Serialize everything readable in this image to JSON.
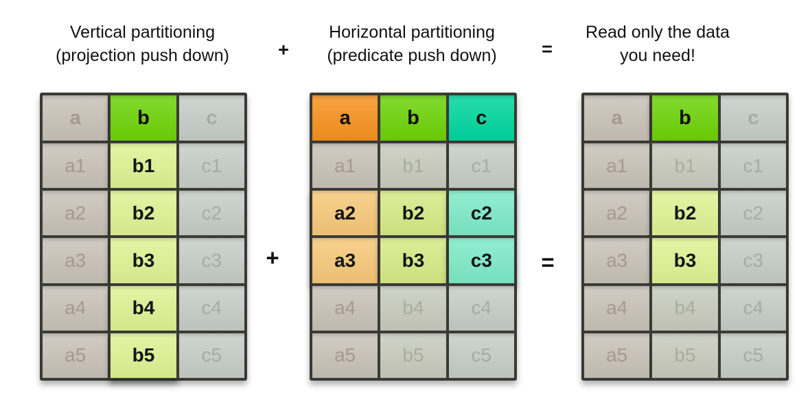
{
  "titles": {
    "vertical": {
      "line1": "Vertical partitioning",
      "line2": "(projection push down)"
    },
    "horizontal": {
      "line1": "Horizontal partitioning",
      "line2": "(predicate push down)"
    },
    "result": {
      "line1": "Read only the data",
      "line2": "you need!"
    }
  },
  "operators": {
    "plus": "+",
    "equals": "="
  },
  "colors": {
    "bright-green": "#6CD307",
    "light-green": "#DFF393",
    "light-green-mid": "#D8EA85",
    "orange": "#F7921E",
    "light-orange": "#F7C979",
    "teal": "#00D69E",
    "light-teal": "#7DEBC7",
    "dim-warm": "#C9C2B8",
    "dim-neutral": "#C8CBBD",
    "dim-cool": "#C6CDC7",
    "dim-text-warm": "#A49B8E",
    "dim-text-neutral": "#A9ADA0",
    "dim-text-cool": "#A3AEA4",
    "border": "#3A3A35"
  },
  "tables": {
    "vertical": {
      "header": [
        "a",
        "b",
        "c"
      ],
      "rows": [
        [
          "a1",
          "b1",
          "c1"
        ],
        [
          "a2",
          "b2",
          "c2"
        ],
        [
          "a3",
          "b3",
          "c3"
        ],
        [
          "a4",
          "b4",
          "c4"
        ],
        [
          "a5",
          "b5",
          "c5"
        ]
      ]
    },
    "horizontal": {
      "header": [
        "a",
        "b",
        "c"
      ],
      "rows": [
        [
          "a1",
          "b1",
          "c1"
        ],
        [
          "a2",
          "b2",
          "c2"
        ],
        [
          "a3",
          "b3",
          "c3"
        ],
        [
          "a4",
          "b4",
          "c4"
        ],
        [
          "a5",
          "b5",
          "c5"
        ]
      ]
    },
    "result": {
      "header": [
        "a",
        "b",
        "c"
      ],
      "rows": [
        [
          "a1",
          "b1",
          "c1"
        ],
        [
          "a2",
          "b2",
          "c2"
        ],
        [
          "a3",
          "b3",
          "c3"
        ],
        [
          "a4",
          "b4",
          "c4"
        ],
        [
          "a5",
          "b5",
          "c5"
        ]
      ]
    }
  }
}
